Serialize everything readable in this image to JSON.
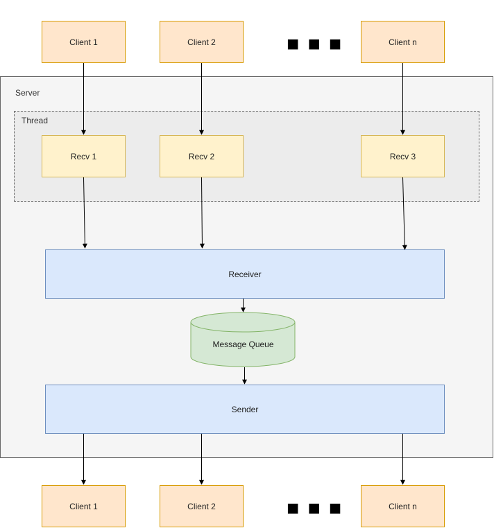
{
  "clients_top": [
    "Client 1",
    "Client 2",
    "Client n"
  ],
  "clients_bottom": [
    "Client 1",
    "Client 2",
    "Client n"
  ],
  "ellipsis": "■ ■ ■",
  "server_label": "Server",
  "thread_label": "Thread",
  "recv": [
    "Recv 1",
    "Recv 2",
    "Recv 3"
  ],
  "receiver_label": "Receiver",
  "queue_label": "Message Queue",
  "sender_label": "Sender",
  "colors": {
    "client_fill": "#ffe6cc",
    "client_stroke": "#d79b00",
    "recv_fill": "#fff2cc",
    "recv_stroke": "#d6b656",
    "blue_fill": "#dae8fc",
    "blue_stroke": "#6c8ebf",
    "queue_fill": "#d5e8d4",
    "queue_stroke": "#82b366"
  }
}
